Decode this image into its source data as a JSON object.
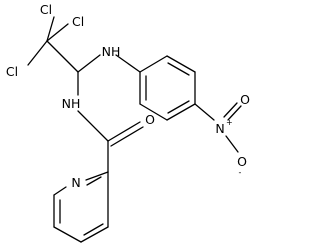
{
  "molecule": {
    "atom_labels": {
      "cl_top": "Cl",
      "cl_mid": "Cl",
      "cl_left": "Cl",
      "nh_amine": "NH",
      "nh_amide": "NH",
      "o_carbonyl": "O",
      "n_pyridine": "N",
      "n_nitro": "N",
      "n_nitro_charge": "+",
      "o_nitro_top": "O",
      "o_nitro_bottom": "O",
      "o_nitro_bottom_charge": "-"
    },
    "colors": {
      "bond": "#000000",
      "label": "#000000",
      "background": "#ffffff"
    }
  }
}
